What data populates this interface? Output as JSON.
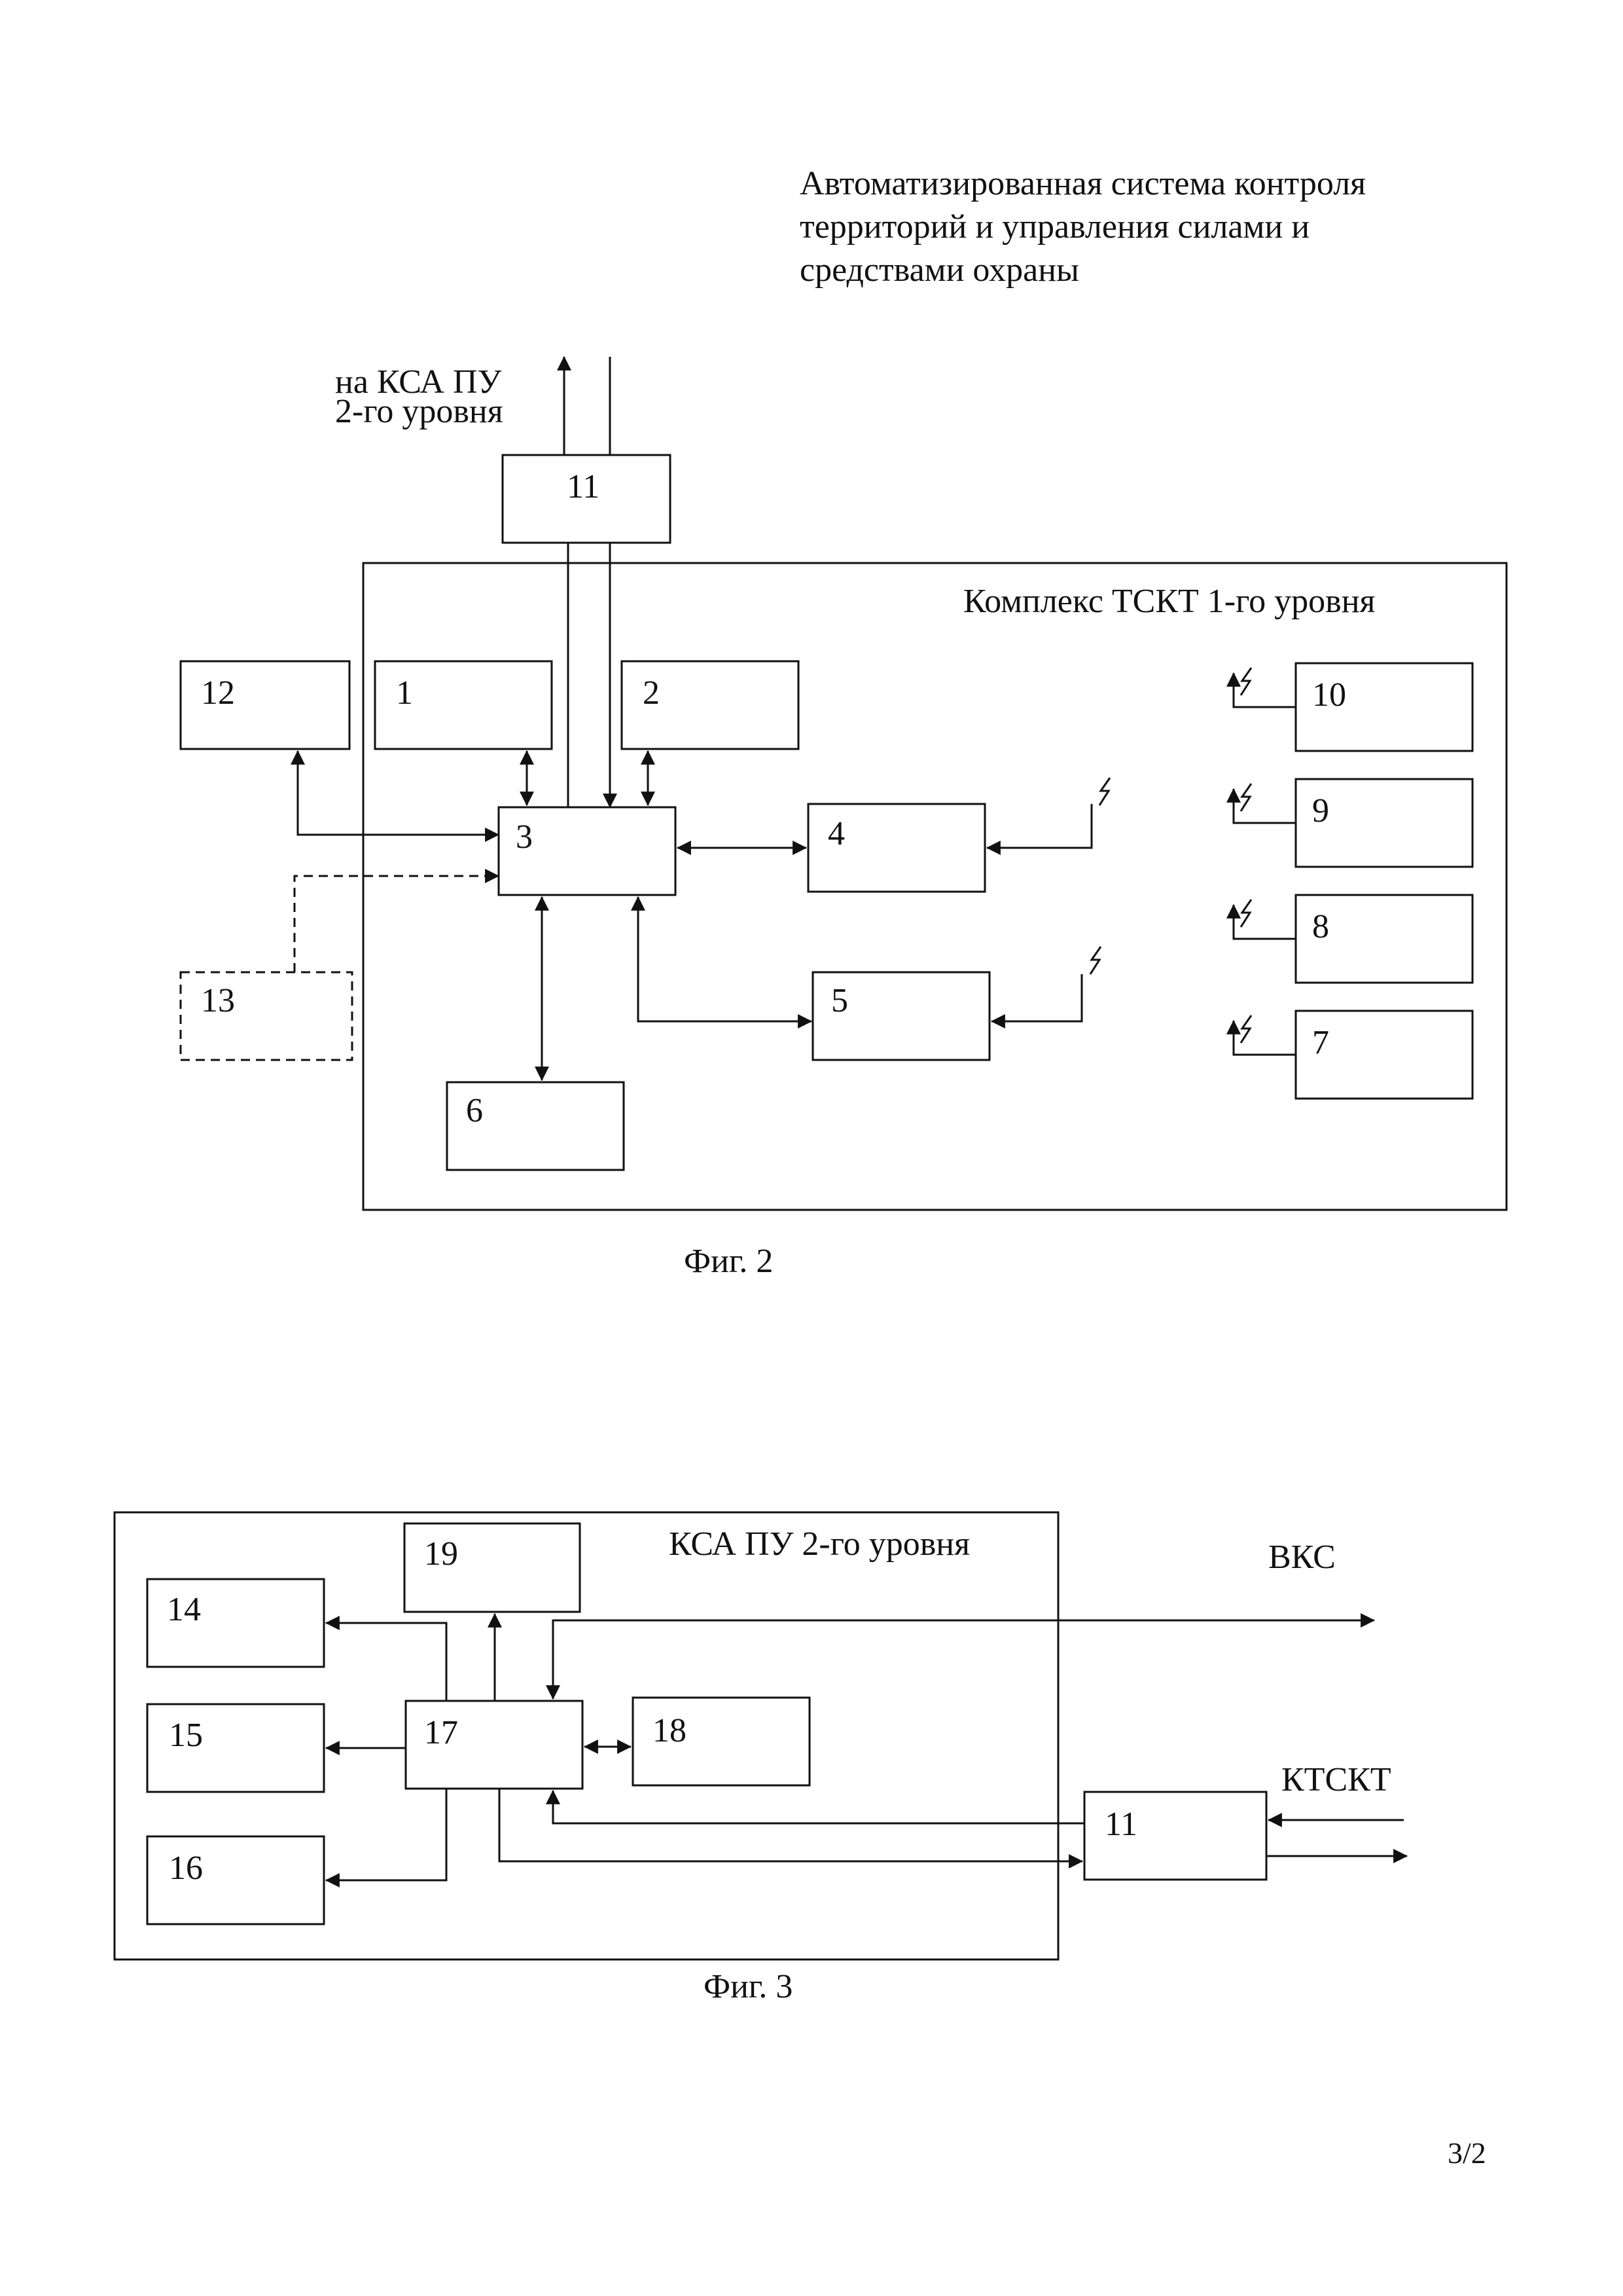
{
  "title": {
    "lines": [
      "Автоматизированная система контроля",
      "территорий и управления силами и",
      "средствами охраны"
    ]
  },
  "fig2": {
    "uplink_label_line1": "на КСА ПУ",
    "uplink_label_line2": "2-го уровня",
    "complex_label": "Комплекс ТСКТ 1-го уровня",
    "blocks": {
      "b1": "1",
      "b2": "2",
      "b3": "3",
      "b4": "4",
      "b5": "5",
      "b6": "6",
      "b7": "7",
      "b8": "8",
      "b9": "9",
      "b10": "10",
      "b11": "11",
      "b12": "12",
      "b13": "13"
    },
    "caption": "Фиг. 2"
  },
  "fig3": {
    "container_label": "КСА ПУ 2-го уровня",
    "vks_label": "ВКС",
    "ktskt_label": "КТСКТ",
    "blocks": {
      "b11": "11",
      "b14": "14",
      "b15": "15",
      "b16": "16",
      "b17": "17",
      "b18": "18",
      "b19": "19"
    },
    "caption": "Фиг. 3"
  },
  "page_number": "3/2"
}
